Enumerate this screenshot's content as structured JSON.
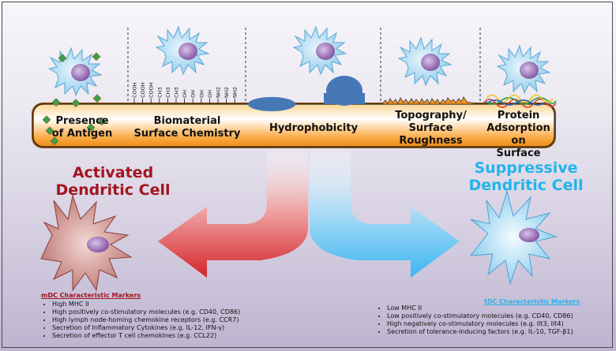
{
  "factors": [
    {
      "id": "antigen",
      "label_line1": "Presence",
      "label_line2": "of Antigen"
    },
    {
      "id": "chemistry",
      "label_line1": "Biomaterial",
      "label_line2": "Surface Chemistry"
    },
    {
      "id": "hydrophobicity",
      "label_line1": "Hydrophobicity",
      "label_line2": ""
    },
    {
      "id": "topography",
      "label_line1": "Topography/",
      "label_line2": "Surface",
      "label_line3": "Roughness"
    },
    {
      "id": "protein",
      "label_line1": "Protein",
      "label_line2": "Adsorption on",
      "label_line3": "Surface"
    }
  ],
  "left_panel": {
    "title_line1": "Activated",
    "title_line2": "Dendritic Cell",
    "markers_heading": "mDC Characteristic Markers",
    "markers": [
      "High MHC II",
      "High positively co-stimulatory molecules (e.g. CD40, CD86)",
      "High lymph node-homing chemokine receptors (e.g. CCR7)",
      "Secretion of Inflammatory Cytokines (e.g. IL-12, IFN-γ)",
      "Secretion of effector T cell chemokines (e.g. CCL22)"
    ]
  },
  "right_panel": {
    "title_line1": "Suppressive",
    "title_line2": "Dendritic Cell",
    "markers_heading": "tDC Characteristic Markers",
    "markers": [
      "Low MHC II",
      "Low positively co-stimulatory molecules (e.g. CD40, CD86)",
      "High negatively co-stimulatory molecules (e.g. Ilt3, Ilt4)",
      "Secretion of tolerance-inducing factors (e.g. IL-10, TGF-β1)"
    ]
  },
  "chemistry_groups": [
    "COOH",
    "COOH",
    "COOH",
    "CH3",
    "CH3",
    "CH3",
    "OH",
    "OH",
    "OH",
    "OH",
    "NH2",
    "NH2",
    "NH2"
  ],
  "colors": {
    "activated": "#a3141e",
    "suppressive": "#23b4ec",
    "bar_orange": "#f7941d",
    "antigen_green": "#3aa14a",
    "cell_blue": "#9fd5ee",
    "nucleus_purple": "#8e5aa8",
    "bump_blue": "#4677b6"
  }
}
